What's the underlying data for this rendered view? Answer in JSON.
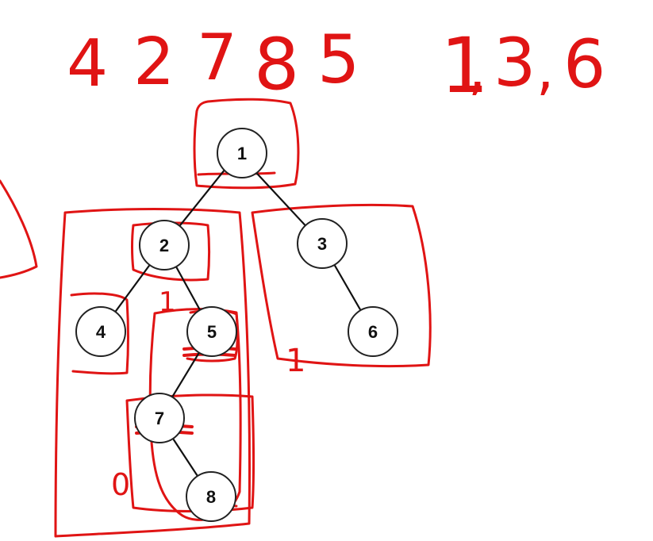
{
  "handwritten_sequence": {
    "left_group": [
      "4",
      "2",
      "7",
      "8",
      "5"
    ],
    "right_group": [
      "1",
      ",",
      "3",
      ",",
      "6"
    ]
  },
  "tree": {
    "nodes": {
      "n1": "1",
      "n2": "2",
      "n3": "3",
      "n4": "4",
      "n5": "5",
      "n6": "6",
      "n7": "7",
      "n8": "8"
    }
  },
  "annotations": {
    "marker_n5": "1",
    "marker_right": "1",
    "marker_bottom_left": "0"
  },
  "colors": {
    "ink": "#e01414",
    "edge": "#111111",
    "node_border": "#222222"
  }
}
